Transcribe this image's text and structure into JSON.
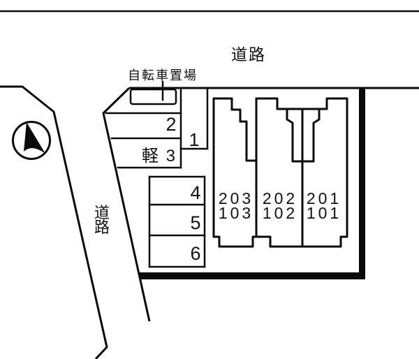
{
  "diagram": {
    "background": "#ffffff",
    "ink": "#0a0a0a",
    "road_label_top": "道路",
    "road_label_left_chars": [
      "道",
      "路"
    ],
    "bicycle_area_label": "自転車置場",
    "parking_spaces": {
      "space_2": "2",
      "space_1": "1",
      "space_kei3": "軽 3",
      "space_4": "4",
      "space_5": "5",
      "space_6": "6"
    },
    "building_units": [
      {
        "upper_room": "203",
        "lower_room": "103"
      },
      {
        "upper_room": "202",
        "lower_room": "102"
      },
      {
        "upper_room": "201",
        "lower_room": "101"
      }
    ]
  }
}
